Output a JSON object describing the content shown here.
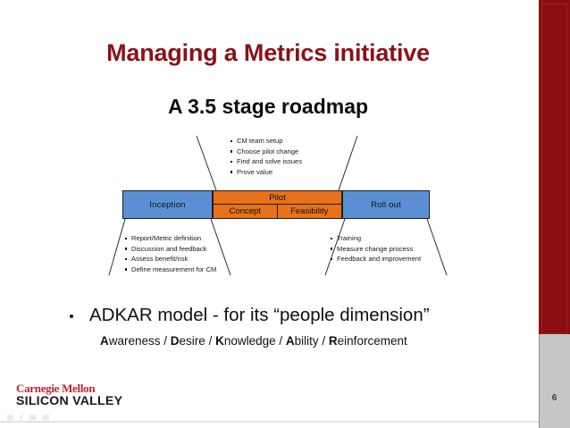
{
  "slide": {
    "title": "Managing a Metrics initiative",
    "subtitle": "A 3.5 stage roadmap",
    "page_number": "6",
    "accent_red": "#8a1217",
    "sidebar_red": "#8b0d0d",
    "sidebar_gray": "#c6c6c6"
  },
  "roadmap": {
    "stage_inception_label": "Inception",
    "stage_pilot_label": "Pilot",
    "stage_pilot_sub_concept": "Concept",
    "stage_pilot_sub_feasibility": "Feasibility",
    "stage_rollout_label": "Roll out",
    "color_stage_blue": "#5b8fd4",
    "color_stage_orange": "#e8711a",
    "callout_pilot": [
      "CM team setup",
      "Choose pilot change",
      "Find and solve issues",
      "Prove value"
    ],
    "callout_inception": [
      "Report/Metric definition",
      "Discussion and feedback",
      "Assess benefit/risk",
      "Define measurement for CM"
    ],
    "callout_rollout": [
      "Training",
      "Measure change process",
      "Feedback and improvement"
    ]
  },
  "adkar": {
    "main_text": "ADKAR model - for its “people dimension”",
    "expansion_parts": [
      {
        "initial": "A",
        "rest": "wareness"
      },
      {
        "initial": "D",
        "rest": "esire"
      },
      {
        "initial": "K",
        "rest": "nowledge"
      },
      {
        "initial": "A",
        "rest": "bility"
      },
      {
        "initial": "R",
        "rest": "einforcement"
      }
    ],
    "separator": " / "
  },
  "logo": {
    "line1": "Carnegie Mellon",
    "line2": "SILICON VALLEY",
    "line1_color": "#c0232c",
    "line2_color": "#1a1a1a"
  }
}
